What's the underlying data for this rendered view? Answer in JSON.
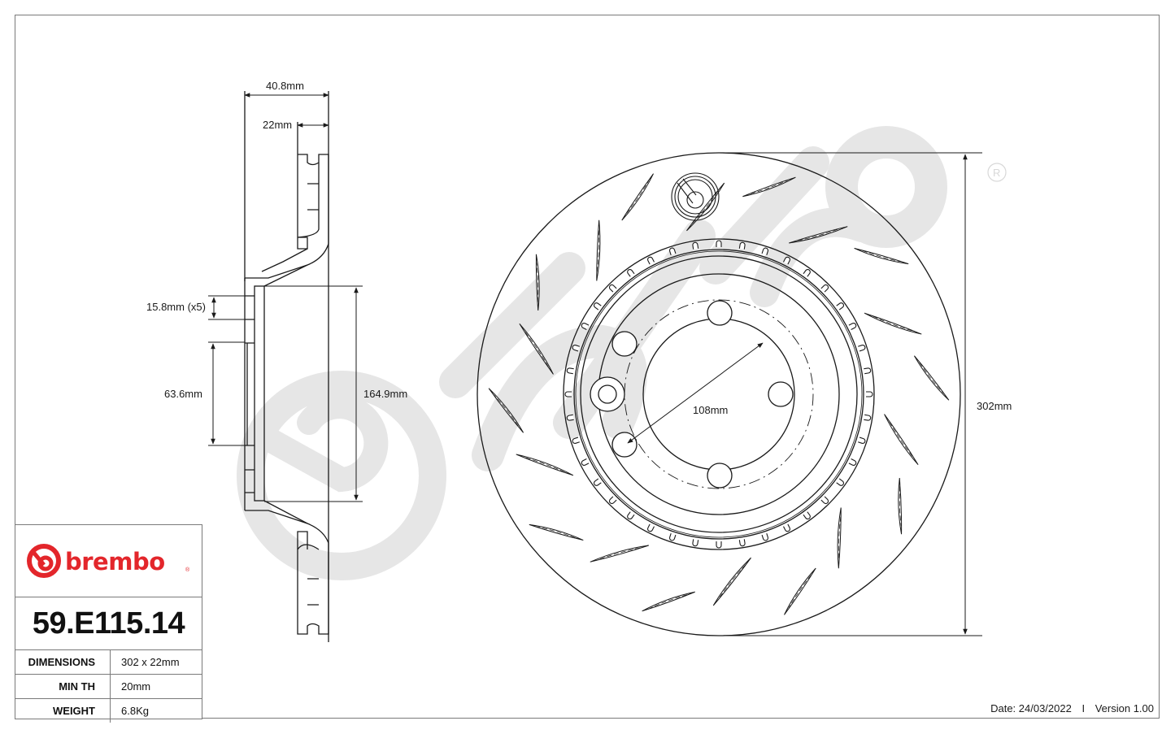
{
  "drawing": {
    "brand": "brembo",
    "brand_mark": "®",
    "colors": {
      "brand_red": "#e3262b",
      "line": "#1a1a1a",
      "watermark": "#e3e3e3",
      "frame": "#7a7a7a"
    },
    "side_view": {
      "dims": {
        "overall_height": "40.8mm",
        "disc_thickness": "22mm",
        "bolt_hole_diameter": "15.8mm (x5)",
        "center_bore": "63.6mm",
        "hat_diameter": "164.9mm"
      }
    },
    "front_view": {
      "dims": {
        "pcd": "108mm",
        "outer_diameter": "302mm"
      },
      "bolt_holes": 5,
      "icons": [
        "brembo-logo-icon",
        "registered-mark-icon"
      ]
    }
  },
  "title_block": {
    "logo_text": "brembo",
    "part_number": "59.E115.14",
    "rows": [
      {
        "label": "DIMENSIONS",
        "value": "302 x 22mm"
      },
      {
        "label": "MIN TH",
        "value": "20mm"
      },
      {
        "label": "WEIGHT",
        "value": "6.8Kg"
      }
    ]
  },
  "footer": {
    "date": "Date: 24/03/2022",
    "separator": "I",
    "version": "Version 1.00"
  }
}
